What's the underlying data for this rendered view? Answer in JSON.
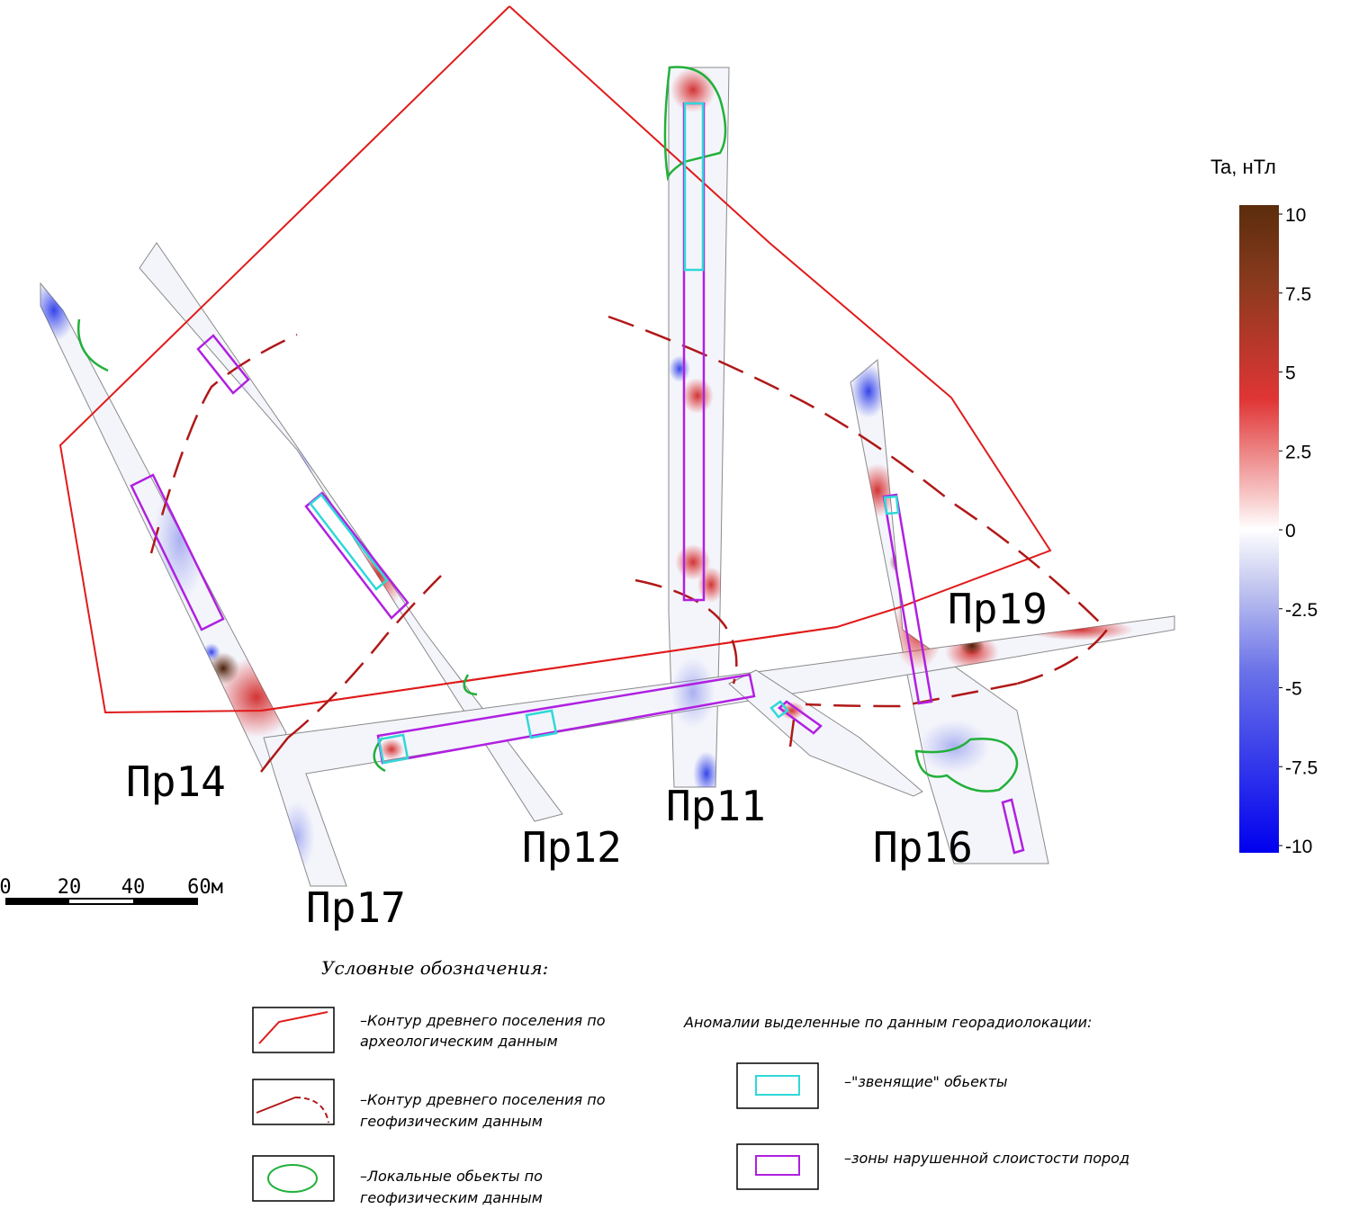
{
  "profiles": {
    "pr11": "Пр11",
    "pr12": "Пр12",
    "pr14": "Пр14",
    "pr16": "Пр16",
    "pr17": "Пр17",
    "pr19": "Пр19"
  },
  "colorbar": {
    "title": "Ta, нТл",
    "ticks": [
      "10",
      "7.5",
      "5",
      "2.5",
      "0",
      "-2.5",
      "-5",
      "-7.5",
      "-10"
    ],
    "range": [
      -10,
      10
    ],
    "colors": {
      "max": "#5a2d0c",
      "high": "#e03535",
      "mid": "#ffffff",
      "low": "#3a48e8",
      "min": "#0000ee"
    }
  },
  "scale_bar": {
    "ticks": [
      "0",
      "20",
      "40",
      "60м"
    ]
  },
  "legend": {
    "title": "Условные обозначения:",
    "items": [
      {
        "line1": "–Контур древнего поселения по",
        "line2": "археологическим данным",
        "color": "#e01b1b"
      },
      {
        "line1": "–Контур древнего поселения по",
        "line2": "геофизическим данным",
        "color": "#b01818"
      },
      {
        "line1": "–Локальные обьекты по",
        "line2": "геофизическим данным",
        "color": "#22b03a"
      }
    ],
    "gpr_title": "Аномалии выделенные по данным георадиолокации:",
    "gpr_items": [
      {
        "text": "–\"звенящие\" обьекты",
        "color": "#30d8d8"
      },
      {
        "text": "–зоны нарушенной слоистости пород",
        "color": "#b020e0"
      }
    ]
  }
}
